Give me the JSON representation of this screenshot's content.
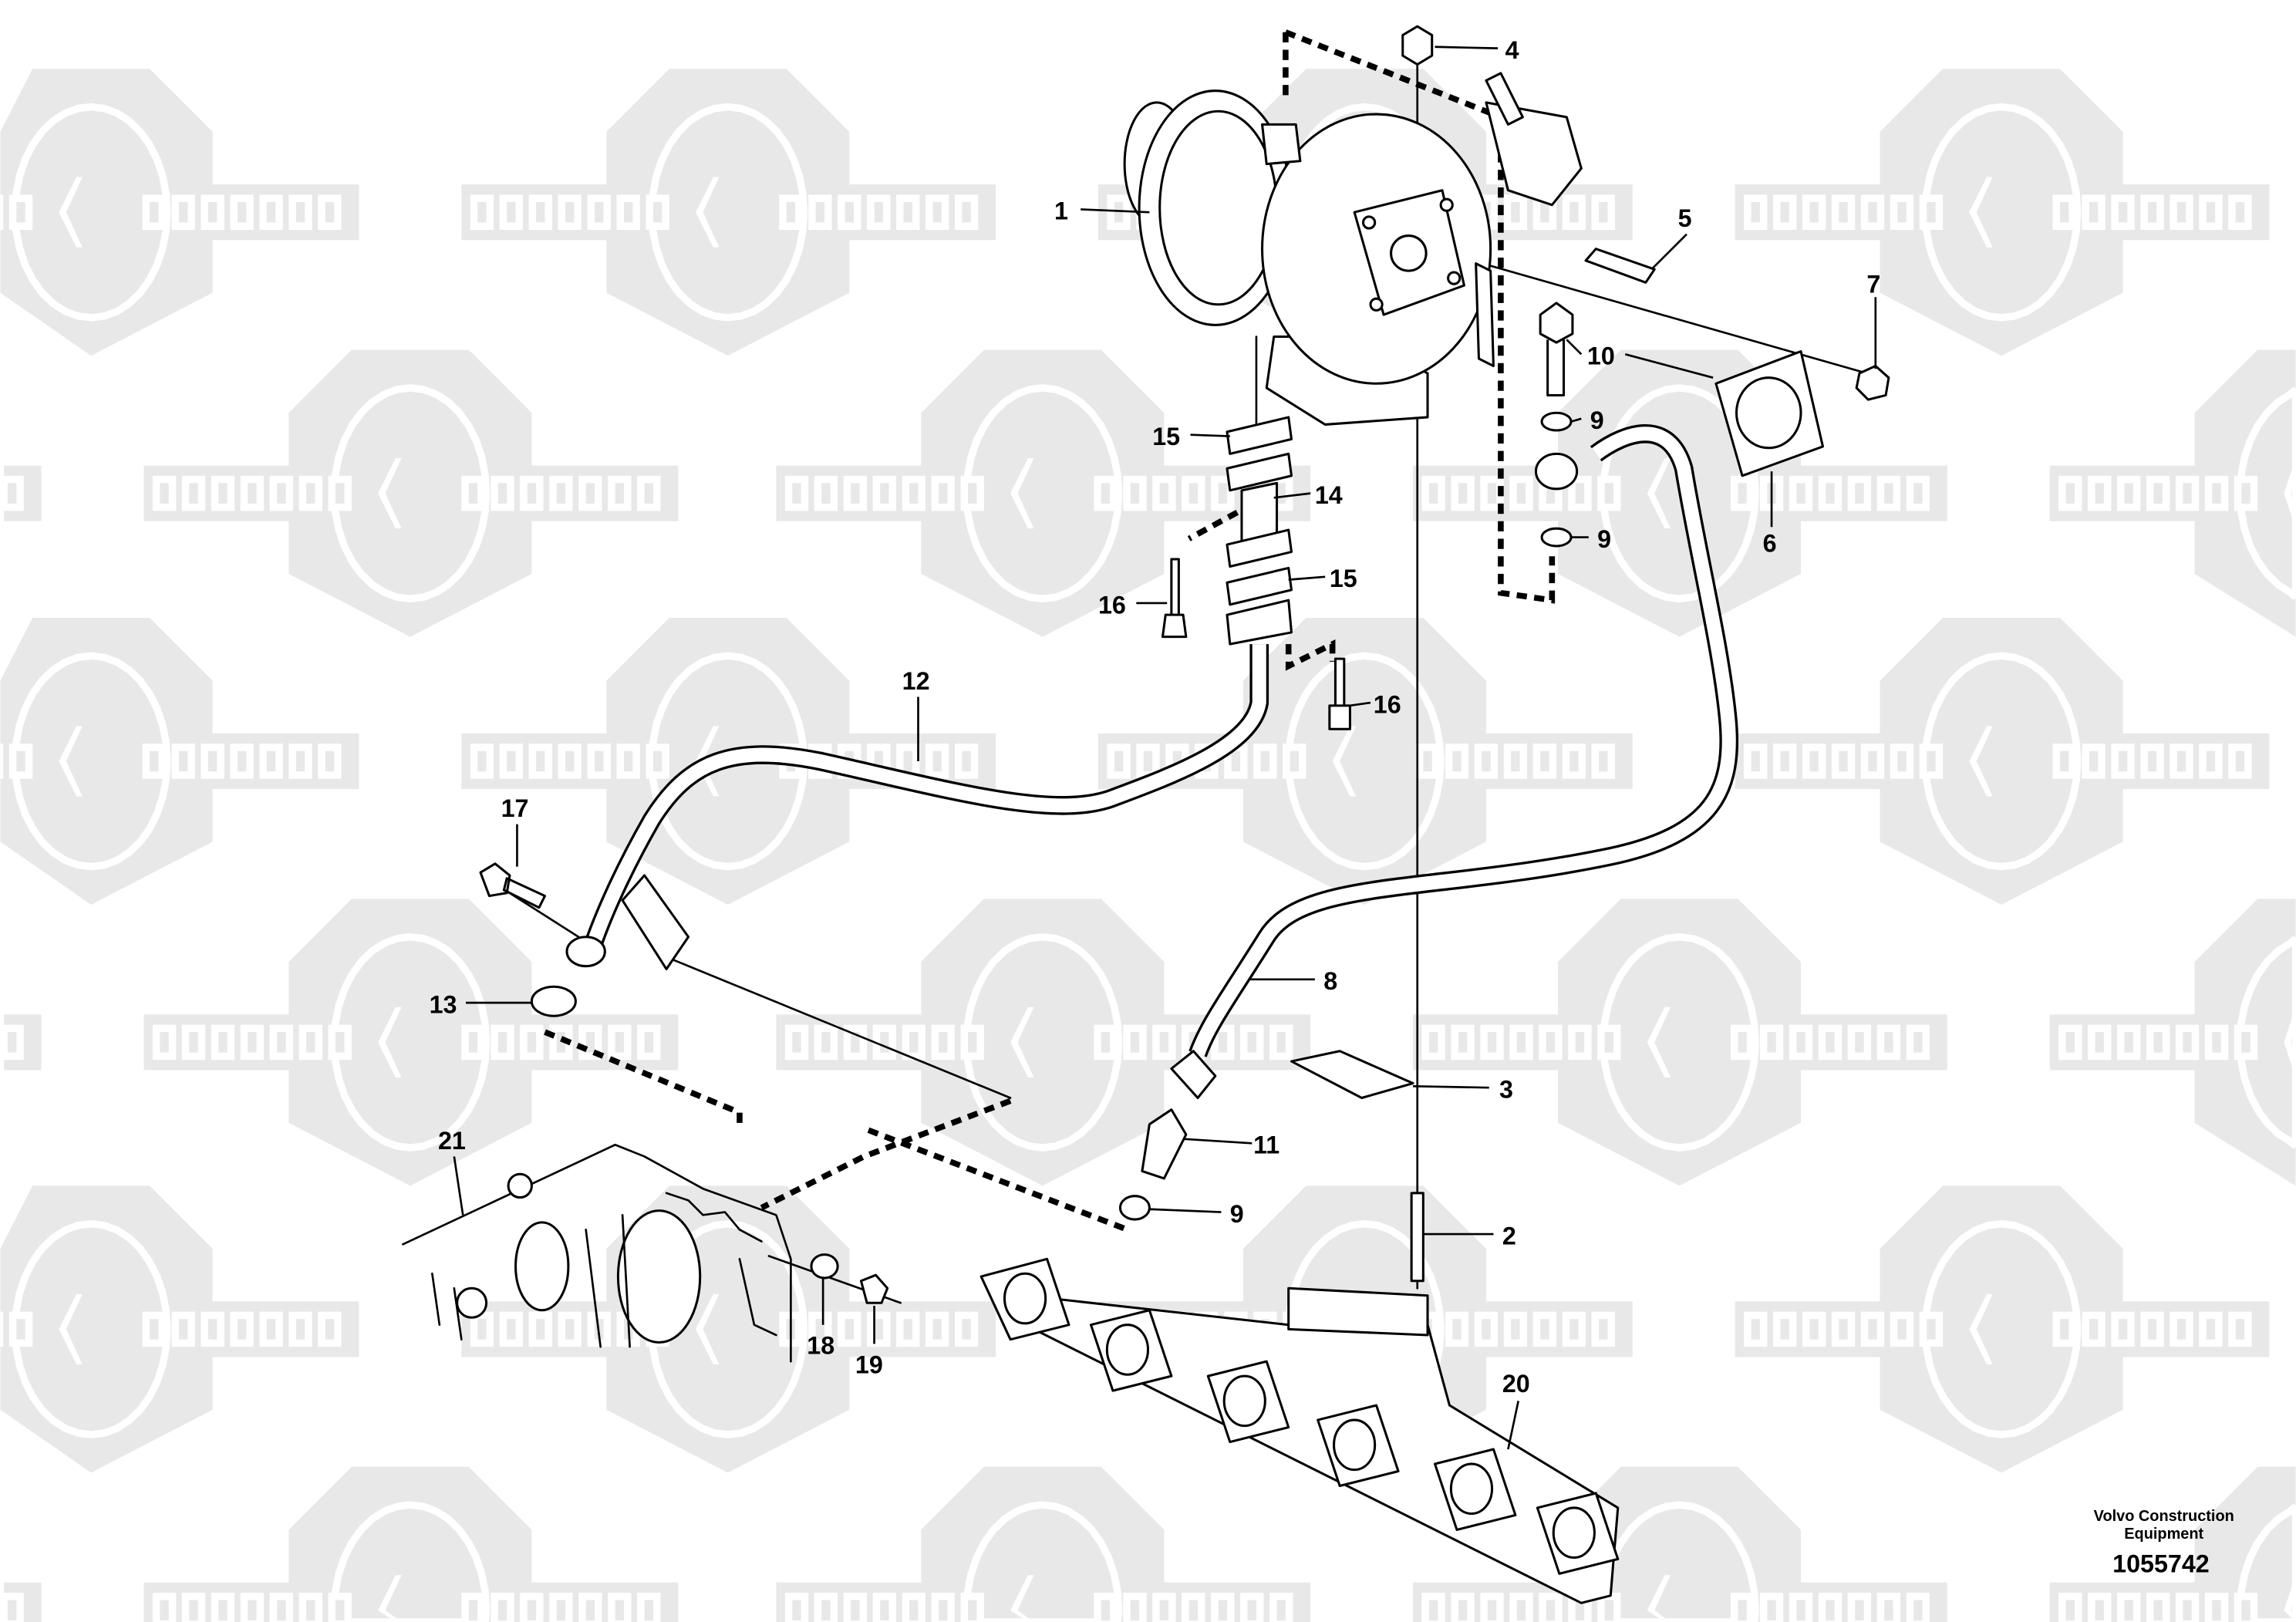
{
  "watermark": {
    "left_text": "KOMПАРТ",
    "right_text": "COMPART",
    "color": "#e8e8e8"
  },
  "callouts": [
    "1",
    "4",
    "5",
    "7",
    "10",
    "9",
    "6",
    "9",
    "15",
    "14",
    "15",
    "16",
    "16",
    "12",
    "17",
    "13",
    "8",
    "3",
    "11",
    "9",
    "21",
    "2",
    "18",
    "19",
    "20"
  ],
  "caption": {
    "line1": "Volvo Construction",
    "line2": "Equipment",
    "number": "1055742"
  }
}
